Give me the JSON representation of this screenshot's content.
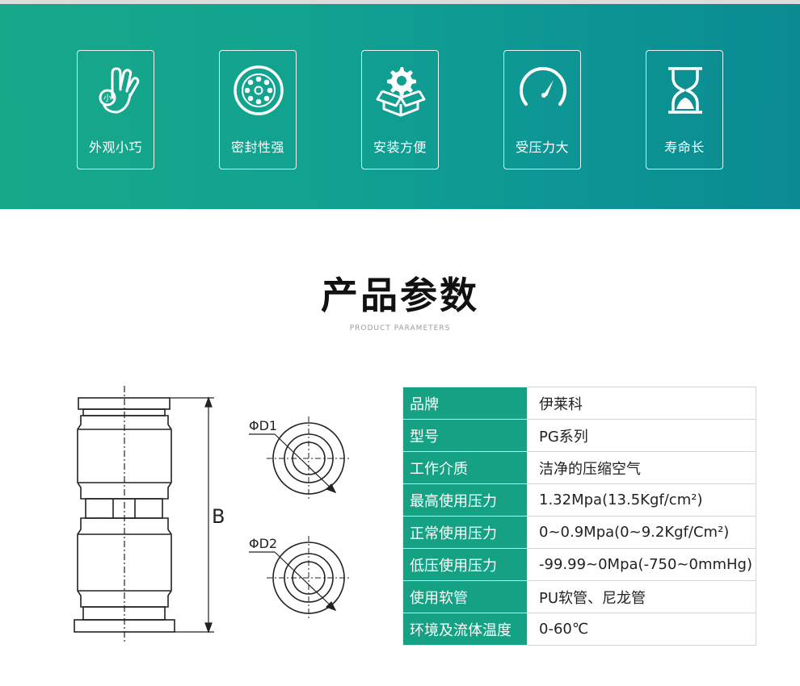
{
  "features": [
    {
      "icon": "hand-small-icon",
      "label": "外观小巧",
      "icon_text": "小"
    },
    {
      "icon": "seal-ring-icon",
      "label": "密封性强"
    },
    {
      "icon": "gear-box-icon",
      "label": "安装方便"
    },
    {
      "icon": "pressure-gauge-icon",
      "label": "受压力大"
    },
    {
      "icon": "hourglass-icon",
      "label": "寿命长"
    }
  ],
  "section": {
    "title": "产品参数",
    "subtitle": "PRODUCT PARAMETERS"
  },
  "drawing": {
    "label_b": "B",
    "label_d1": "ΦD1",
    "label_d2": "ΦD2"
  },
  "params": [
    {
      "key": "品牌",
      "value": "伊莱科"
    },
    {
      "key": "型号",
      "value": "PG系列"
    },
    {
      "key": "工作介质",
      "value": "洁净的压缩空气"
    },
    {
      "key": "最高使用压力",
      "value": "1.32Mpa(13.5Kgf/cm²)"
    },
    {
      "key": "正常使用压力",
      "value": "0~0.9Mpa(0~9.2Kgf/Cm²)"
    },
    {
      "key": "低压使用压力",
      "value": "-99.99~0Mpa(-750~0mmHg)"
    },
    {
      "key": "使用软管",
      "value": "PU软管、尼龙管"
    },
    {
      "key": "环境及流体温度",
      "value": "0-60℃"
    }
  ],
  "colors": {
    "banner_start": "#17a88a",
    "banner_end": "#0a8b92",
    "table_key_bg": "#15a183"
  }
}
